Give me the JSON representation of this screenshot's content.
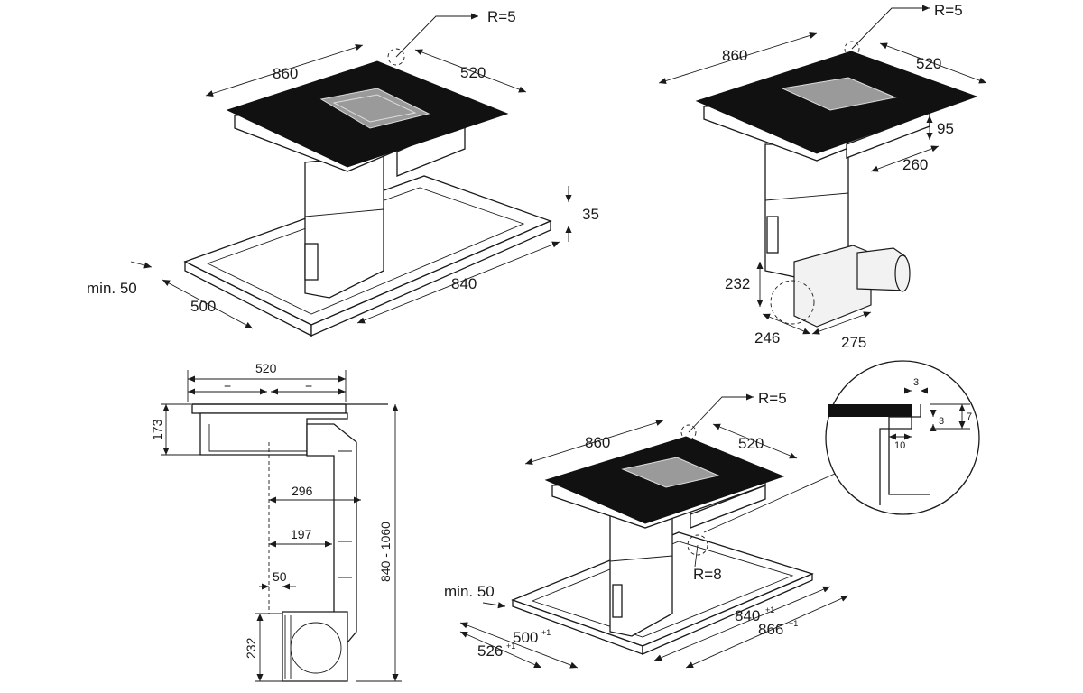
{
  "views": {
    "top_left": {
      "radius": "R=5",
      "width": "860",
      "depth": "520",
      "frame_height": "35",
      "frame_width": "840",
      "frame_depth": "500",
      "min_clearance": "min. 50"
    },
    "top_right": {
      "radius": "R=5",
      "width": "860",
      "depth": "520",
      "box_height": "95",
      "box_depth": "260",
      "duct_height": "232",
      "duct_width": "246",
      "duct_depth": "275"
    },
    "side": {
      "total": "520",
      "equal_left": "=",
      "equal_right": "=",
      "height_173": "173",
      "dim_296": "296",
      "dim_197": "197",
      "dim_50": "50",
      "dim_232": "232",
      "range": "840 - 1060"
    },
    "bottom_right": {
      "radius_top": "R=5",
      "width": "860",
      "depth": "520",
      "radius_corner": "R=8",
      "min_clearance": "min. 50",
      "frame_840": "840",
      "frame_840_sup": "+1",
      "frame_866": "866",
      "frame_866_sup": "+1",
      "frame_500": "500",
      "frame_500_sup": "+1",
      "frame_526": "526",
      "frame_526_sup": "+1"
    },
    "detail": {
      "d3_top": "3",
      "d3_side": "3",
      "d7": "7",
      "d10": "10"
    }
  },
  "colors": {
    "line": "#1a1a1a",
    "glass_top": "#111111",
    "background": "#ffffff"
  }
}
